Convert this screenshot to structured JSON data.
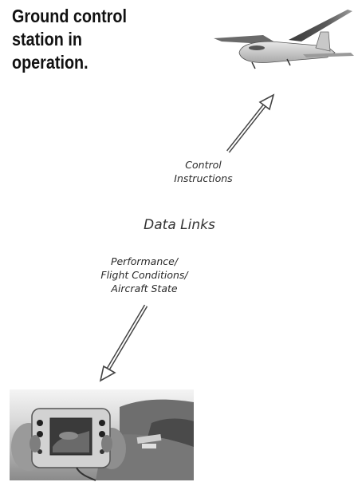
{
  "header": {
    "title": "Ground control\nstation in\noperation."
  },
  "diagram": {
    "uplink_label": "Control\nInstructions",
    "center_label": "Data Links",
    "downlink_label": "Performance/\nFlight Conditions/\nAircraft State",
    "colors": {
      "text": "#111111",
      "arrow": "#444444",
      "arrow_fill": "#ffffff"
    }
  },
  "images": {
    "aircraft": "small fixed-wing unmanned aircraft",
    "ground_station": "hand-held ground control station over aerial landscape"
  }
}
